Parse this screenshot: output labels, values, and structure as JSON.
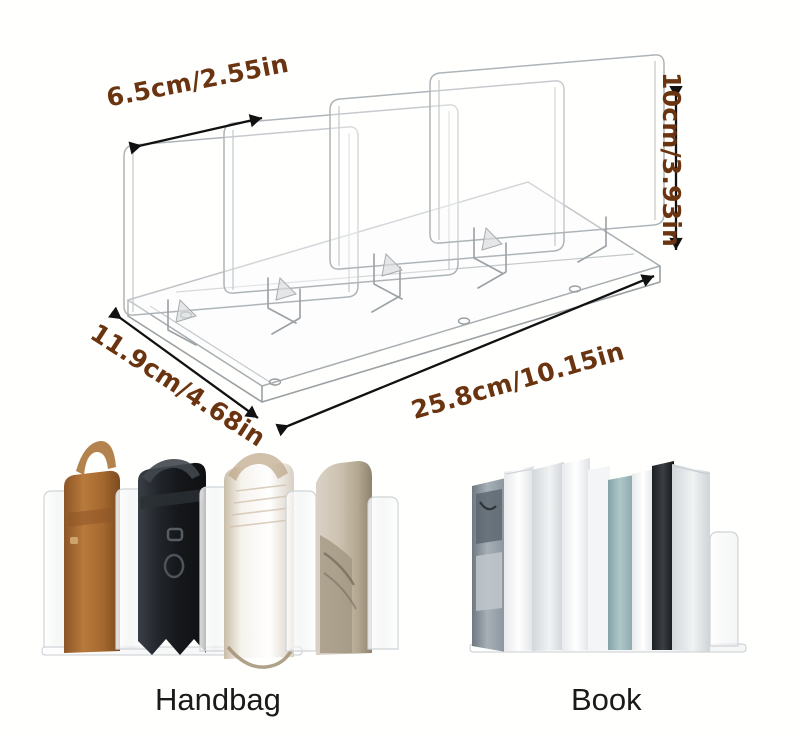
{
  "page": {
    "background_color": "#fffffd",
    "product": "clear acrylic divider organizer",
    "dimension_text_color": "#6b3410",
    "caption_text_color": "#1a1a1a"
  },
  "dimensions": {
    "width": {
      "label": "6.5cm/2.55in",
      "metric": "6.5cm",
      "imperial": "2.55in",
      "name": "slot-width"
    },
    "height": {
      "label": "10cm/3.93in",
      "metric": "10cm",
      "imperial": "3.93in",
      "name": "overall-height"
    },
    "depth": {
      "label": "11.9cm/4.68in",
      "metric": "11.9cm",
      "imperial": "4.68in",
      "name": "overall-depth"
    },
    "length": {
      "label": "25.8cm/10.15in",
      "metric": "25.8cm",
      "imperial": "10.15in",
      "name": "overall-length"
    }
  },
  "captions": {
    "handbag": "Handbag",
    "book": "Book"
  },
  "usage_examples": [
    {
      "caption": "Handbag",
      "items": [
        {
          "name": "tan-leather-handbag",
          "color": "#a9682f"
        },
        {
          "name": "black-handbag",
          "color": "#1d1f22"
        },
        {
          "name": "white-handbag",
          "color": "#f2efe9"
        },
        {
          "name": "beige-clutch",
          "color": "#cbbfae"
        }
      ]
    },
    {
      "caption": "Book",
      "items": [
        {
          "name": "gray-photo-book",
          "color": "#9aa3ab"
        },
        {
          "name": "white-book",
          "color": "#f4f5f6"
        },
        {
          "name": "light-gray-book",
          "color": "#e3e6e8"
        },
        {
          "name": "white-book-2",
          "color": "#fbfbfb"
        },
        {
          "name": "teal-book",
          "color": "#9db9bc"
        },
        {
          "name": "white-book-3",
          "color": "#f0f1f2"
        },
        {
          "name": "dark-spine-book",
          "color": "#2b2e31"
        },
        {
          "name": "white-book-4",
          "color": "#eceef0"
        }
      ]
    }
  ],
  "organizer": {
    "slot_count": 4,
    "material": "transparent acrylic",
    "view": "isometric"
  }
}
